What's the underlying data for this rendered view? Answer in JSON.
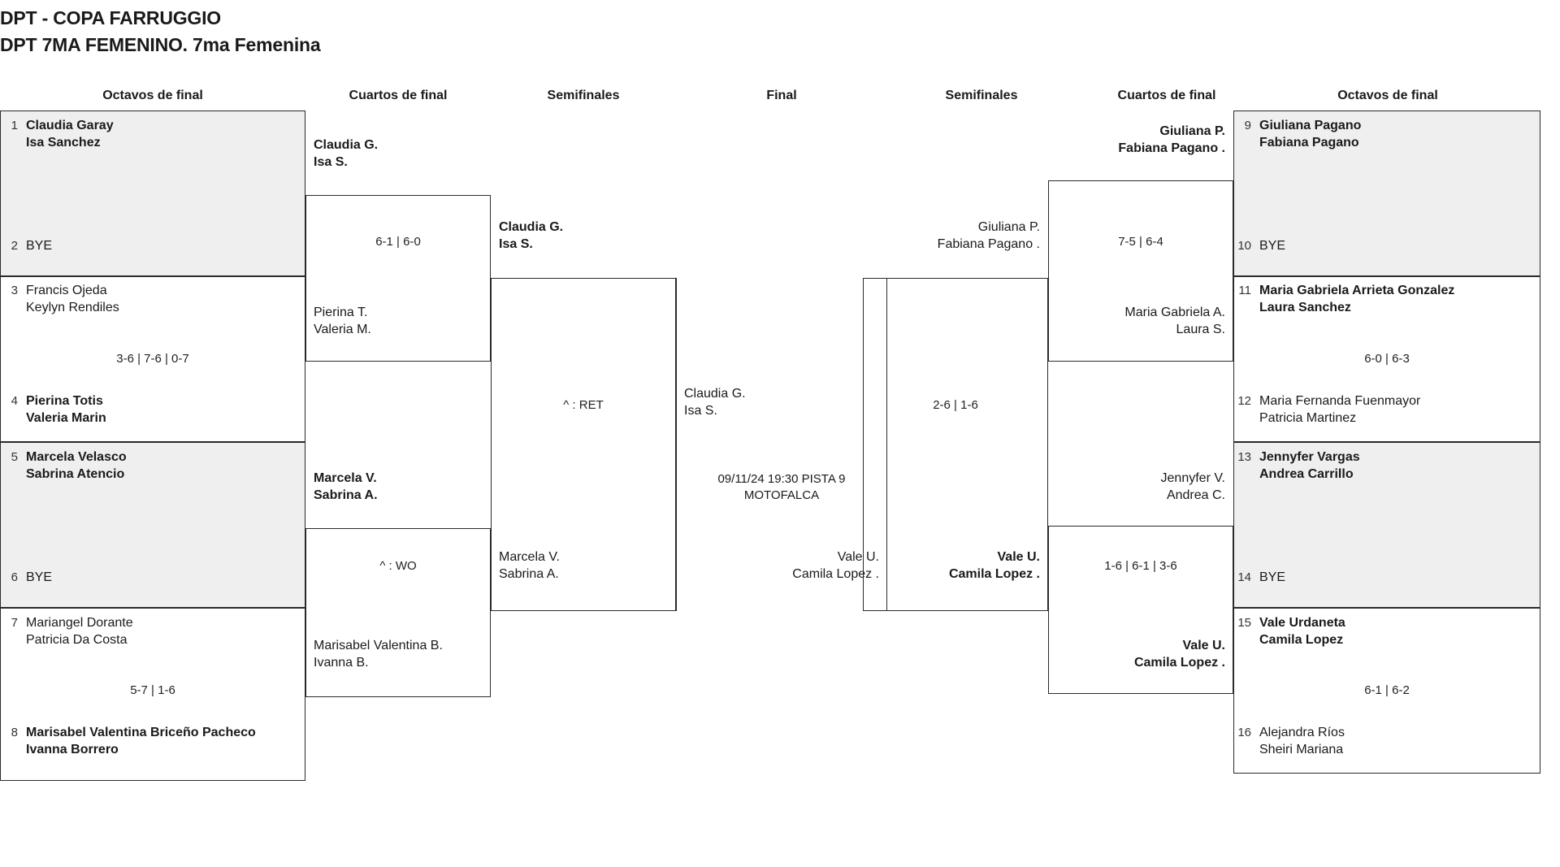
{
  "header": {
    "title_line1": "DPT - COPA FARRUGGIO",
    "title_line2": "DPT 7MA FEMENINO. 7ma Femenina"
  },
  "rounds": {
    "left_r16": "Octavos de final",
    "left_qf": "Cuartos de final",
    "left_sf": "Semifinales",
    "final": "Final",
    "right_sf": "Semifinales",
    "right_qf": "Cuartos de final",
    "right_r16": "Octavos de final"
  },
  "colors": {
    "shade": "#efefef",
    "border": "#2a2a2a",
    "text": "#1a1a1a"
  },
  "left_r16": [
    {
      "seed_a": "1",
      "team_a": "Claudia Garay\nIsa Sanchez",
      "a_winner": true,
      "seed_b": "2",
      "team_b": "BYE",
      "b_winner": false,
      "score": "",
      "shaded": true
    },
    {
      "seed_a": "3",
      "team_a": "Francis Ojeda\nKeylyn Rendiles",
      "a_winner": false,
      "seed_b": "4",
      "team_b": "Pierina Totis\nValeria Marin",
      "b_winner": true,
      "score": "3-6 | 7-6 | 0-7",
      "shaded": false
    },
    {
      "seed_a": "5",
      "team_a": "Marcela Velasco\nSabrina Atencio",
      "a_winner": true,
      "seed_b": "6",
      "team_b": "BYE",
      "b_winner": false,
      "score": "",
      "shaded": true
    },
    {
      "seed_a": "7",
      "team_a": "Mariangel Dorante\nPatricia Da Costa",
      "a_winner": false,
      "seed_b": "8",
      "team_b": "Marisabel Valentina Briceño Pacheco\nIvanna Borrero",
      "b_winner": true,
      "score": "5-7 | 1-6",
      "shaded": false
    }
  ],
  "left_qf": [
    {
      "team_a": "Claudia G.\nIsa S.",
      "a_winner": true,
      "team_b": "Pierina T.\nValeria M.",
      "b_winner": false,
      "score": "6-1 | 6-0"
    },
    {
      "team_a": "Marcela V.\nSabrina A.",
      "a_winner": true,
      "team_b": "Marisabel Valentina B.\nIvanna B.",
      "b_winner": false,
      "score": "^ : WO"
    }
  ],
  "left_sf": [
    {
      "team_a": "Claudia G.\nIsa S.",
      "a_winner": true,
      "team_b": "Marcela V.\nSabrina A.",
      "b_winner": false,
      "score": "^ : RET"
    }
  ],
  "final": {
    "team_a": "Claudia G.\nIsa S.",
    "a_winner": false,
    "team_b": "Vale U.\nCamila Lopez .",
    "b_winner": false,
    "meta": "09/11/24 19:30 PISTA 9\nMOTOFALCA"
  },
  "right_sf": [
    {
      "team_a": "Giuliana P.\nFabiana Pagano .",
      "a_winner": false,
      "team_b": "Vale U.\nCamila Lopez .",
      "b_winner": true,
      "score": "2-6 | 1-6"
    }
  ],
  "right_qf": [
    {
      "team_a": "Giuliana P.\nFabiana Pagano .",
      "a_winner": true,
      "team_b": "Maria Gabriela A.\nLaura S.",
      "b_winner": false,
      "score": "7-5 | 6-4"
    },
    {
      "team_a": "Jennyfer V.\nAndrea C.",
      "a_winner": false,
      "team_b": "Vale U.\nCamila Lopez .",
      "b_winner": true,
      "score": "1-6 | 6-1 | 3-6"
    }
  ],
  "right_r16": [
    {
      "seed_a": "9",
      "team_a": "Giuliana Pagano\nFabiana Pagano",
      "a_winner": true,
      "seed_b": "10",
      "team_b": "BYE",
      "b_winner": false,
      "score": "",
      "shaded": true
    },
    {
      "seed_a": "11",
      "team_a": "Maria Gabriela Arrieta Gonzalez\nLaura Sanchez",
      "a_winner": true,
      "seed_b": "12",
      "team_b": "Maria Fernanda Fuenmayor\nPatricia Martinez",
      "b_winner": false,
      "score": "6-0 | 6-3",
      "shaded": false
    },
    {
      "seed_a": "13",
      "team_a": "Jennyfer Vargas\nAndrea Carrillo",
      "a_winner": true,
      "seed_b": "14",
      "team_b": "BYE",
      "b_winner": false,
      "score": "",
      "shaded": true
    },
    {
      "seed_a": "15",
      "team_a": "Vale Urdaneta\nCamila Lopez",
      "a_winner": true,
      "seed_b": "16",
      "team_b": "Alejandra Ríos\nSheiri Mariana",
      "b_winner": false,
      "score": "6-1 | 6-2",
      "shaded": false
    }
  ]
}
